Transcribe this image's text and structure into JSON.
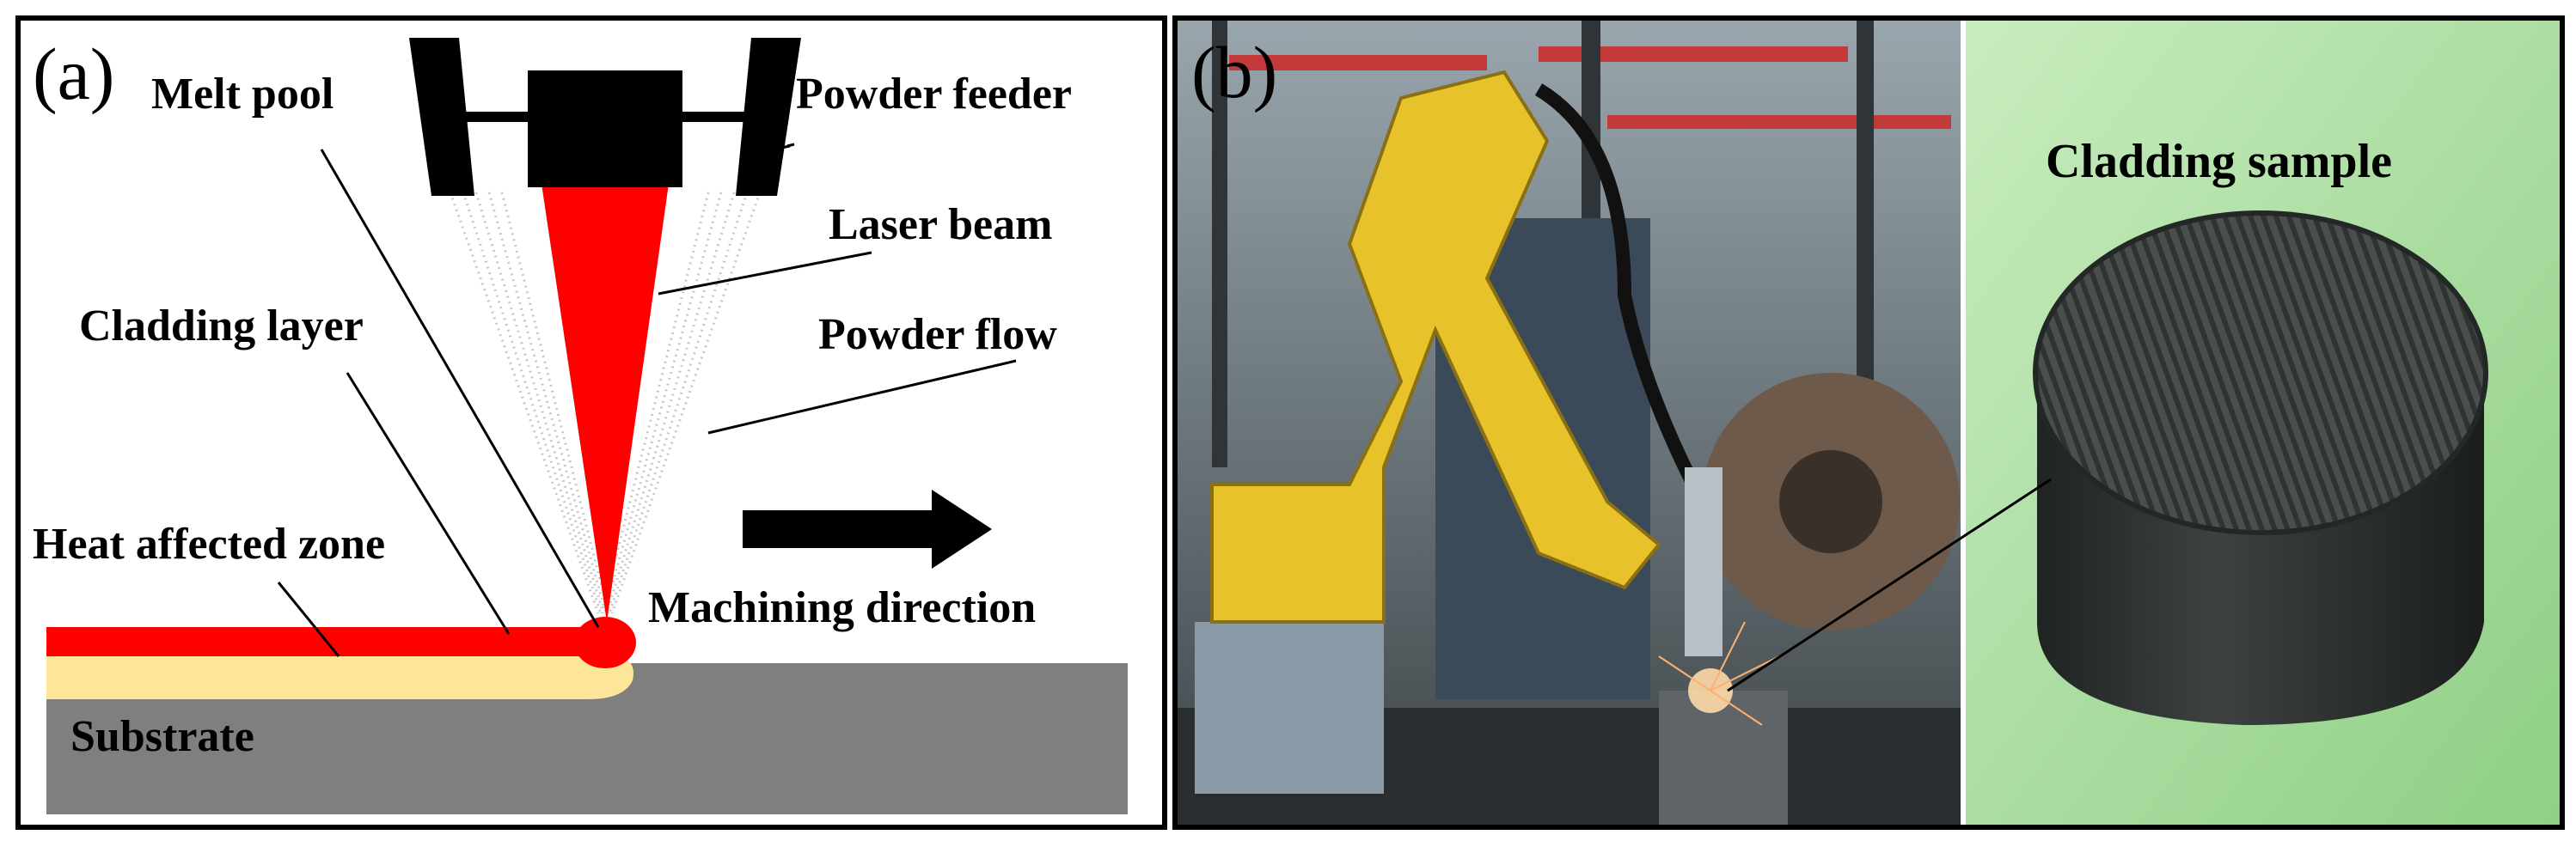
{
  "figure": {
    "panel_a": {
      "tag": "(a)",
      "labels": {
        "melt_pool": "Melt pool",
        "powder_feeder": "Powder feeder",
        "laser_beam": "Laser beam",
        "cladding_layer": "Cladding layer",
        "powder_flow": "Powder flow",
        "heat_affected_zone": "Heat affected zone",
        "machining_direction": "Machining direction",
        "substrate": "Substrate"
      },
      "colors": {
        "laser": "#ff0000",
        "cladding": "#ff0000",
        "heat_zone": "#fde59a",
        "substrate": "#7f7f7f",
        "nozzle": "#000000",
        "powder": "#bdbdbd"
      }
    },
    "panel_b": {
      "tag": "(b)",
      "labels": {
        "cladding_sample": "Cladding sample"
      },
      "colors": {
        "robot_arm": "#e8c22a",
        "background_green": "#bde7b2",
        "sample": "#3b3f3d"
      }
    }
  }
}
